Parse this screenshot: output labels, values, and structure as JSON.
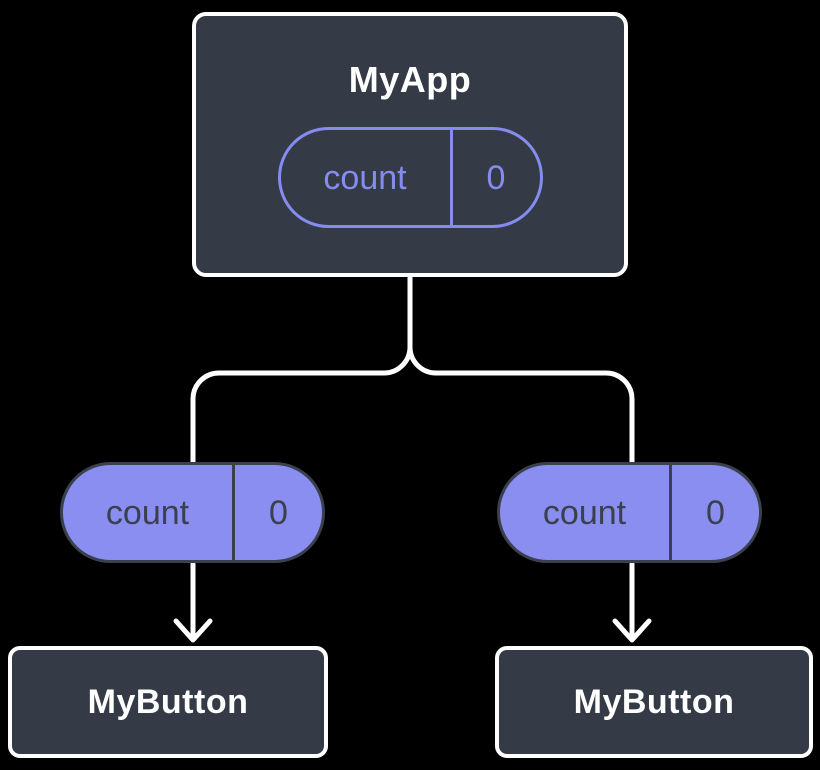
{
  "colors": {
    "background": "#000000",
    "node_fill": "#343b47",
    "node_border": "#ffffff",
    "line": "#ffffff",
    "purple": "#868cef",
    "purple_fill": "#8a8ef0",
    "dark_accent": "#3a404d"
  },
  "diagram": {
    "root": {
      "label": "MyApp",
      "state": {
        "key": "count",
        "value": "0"
      }
    },
    "children": [
      {
        "pill": {
          "key": "count",
          "value": "0"
        },
        "node": {
          "label": "MyButton"
        }
      },
      {
        "pill": {
          "key": "count",
          "value": "0"
        },
        "node": {
          "label": "MyButton"
        }
      }
    ]
  }
}
